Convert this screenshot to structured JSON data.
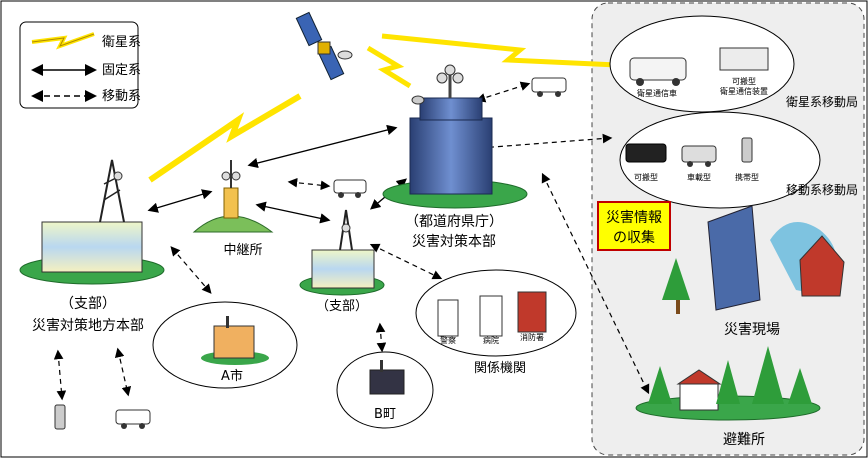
{
  "legend": {
    "satellite": "衛星系",
    "fixed": "固定系",
    "mobile": "移動系"
  },
  "nodes": {
    "prefecture_line1": "（都道府県庁）",
    "prefecture_line2": "災害対策本部",
    "relay": "中継所",
    "branch_local_line1": "（支部）",
    "branch_local_line2": "災害対策地方本部",
    "branch": "（支部）",
    "city_a": "A市",
    "town_b": "B町",
    "agencies": "関係機関",
    "police": "警察",
    "hospital": "病院",
    "fire": "消防署",
    "disaster_site": "災害現場",
    "shelter": "避難所"
  },
  "satellite_station": {
    "label": "衛星系移動局",
    "vehicle": "衛星通信車",
    "portable_line1": "可搬型",
    "portable_line2": "衛星通信装置"
  },
  "mobile_station": {
    "label": "移動系移動局",
    "portable": "可搬型",
    "vehicle": "車載型",
    "handheld": "携帯型"
  },
  "info_box": {
    "line1": "災害情報",
    "line2": "の収集"
  },
  "colors": {
    "satellite_link": "#ffe400",
    "info_box_fill": "#ffff00",
    "info_box_border": "#c00000",
    "ground": "#3aa64a",
    "building_blue": "#5b7fbf"
  }
}
